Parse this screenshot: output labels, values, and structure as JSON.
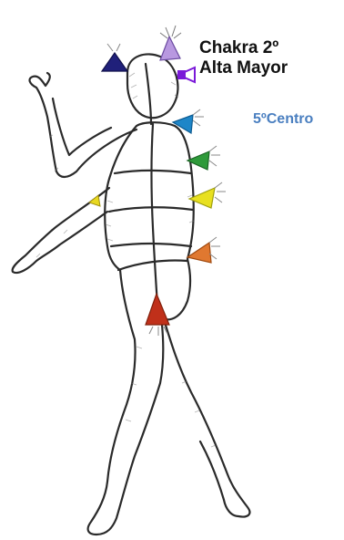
{
  "labels": {
    "chakra_line1": "Chakra 2º",
    "chakra_line2": "Alta Mayor",
    "centro": "5ºCentro"
  },
  "colors": {
    "outline": "#2a2a2a",
    "chakra_text": "#111111",
    "centro_text": "#4a7fc0",
    "crown_violet": "#b898e0",
    "alta_mayor_violet": "#7a18d8",
    "third_eye_indigo": "#20207a",
    "throat_blue": "#1e86c8",
    "heart_green": "#2e9a3a",
    "solar_yellow": "#e8e020",
    "sacral_orange": "#e07830",
    "root_red": "#c0301a",
    "hand_yellow": "#e8d820"
  },
  "icons": [
    "crown-chakra-icon",
    "alta-mayor-chakra-icon",
    "third-eye-chakra-icon",
    "throat-chakra-icon",
    "heart-chakra-icon",
    "solar-plexus-chakra-icon",
    "sacral-chakra-icon",
    "root-chakra-icon",
    "hand-chakra-icon"
  ]
}
